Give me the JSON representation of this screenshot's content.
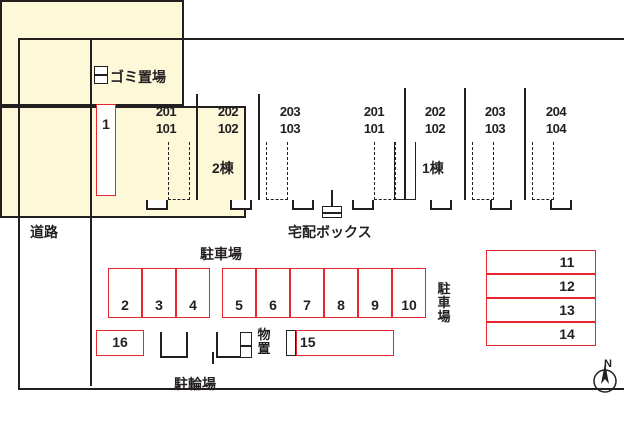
{
  "map": {
    "road_label": "道路",
    "trash_label": "ゴミ置場",
    "delivery_box_label": "宅配ボックス",
    "bicycle_label": "駐輪場",
    "storage_label": "物置",
    "parking_label_top": "駐車場",
    "parking_label_right": "駐車場",
    "compass_label": "N",
    "colors": {
      "stall_red": "#e8262f",
      "building_fill": "#fdf8d8",
      "line_black": "#231f20"
    }
  },
  "buildings": [
    {
      "name": "2棟",
      "units": [
        {
          "upper": "201",
          "lower": "101"
        },
        {
          "upper": "202",
          "lower": "102"
        },
        {
          "upper": "203",
          "lower": "103"
        }
      ]
    },
    {
      "name": "1棟",
      "units": [
        {
          "upper": "201",
          "lower": "101"
        },
        {
          "upper": "202",
          "lower": "102"
        },
        {
          "upper": "203",
          "lower": "103"
        },
        {
          "upper": "204",
          "lower": "104"
        }
      ]
    }
  ],
  "parking": {
    "left_single": "1",
    "row_a": [
      "2",
      "3",
      "4"
    ],
    "row_b": [
      "5",
      "6",
      "7",
      "8",
      "9",
      "10"
    ],
    "right_column": [
      "11",
      "12",
      "13",
      "14"
    ],
    "bottom_left": "16",
    "bottom_mid": "15"
  }
}
